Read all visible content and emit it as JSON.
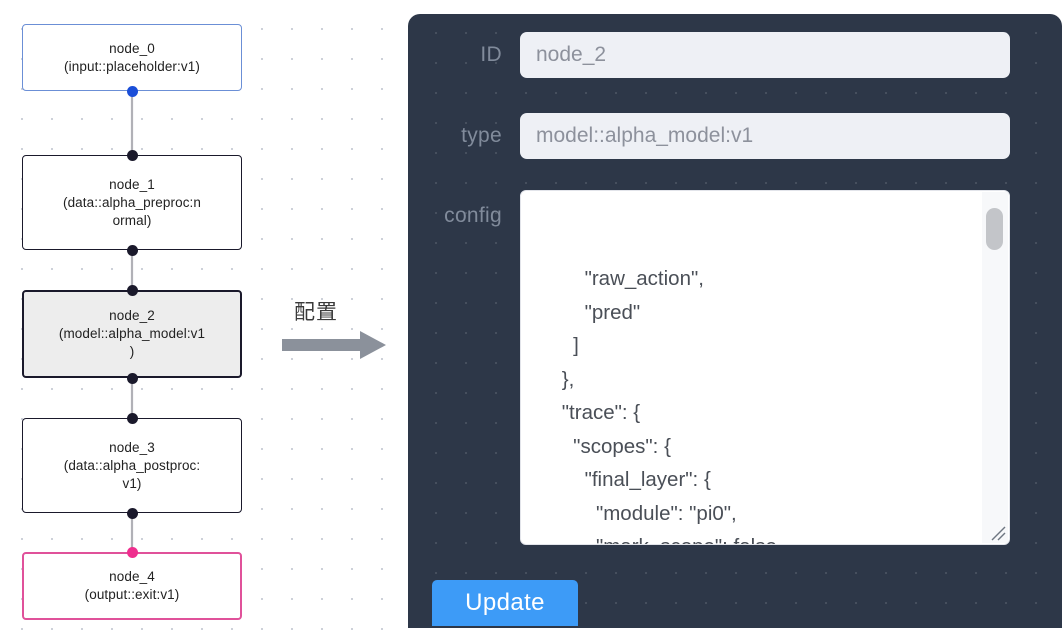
{
  "canvas": {
    "grid": "dot-grid",
    "nodes": [
      {
        "id": "node_0",
        "label": "node_0\n(input::placeholder:v1)",
        "state": "input",
        "accent": "#6b8fd6"
      },
      {
        "id": "node_1",
        "label": "node_1\n(data::alpha_preproc:n\normal)",
        "state": "default",
        "accent": "#1a192b"
      },
      {
        "id": "node_2",
        "label": "node_2\n(model::alpha_model:v1\n)",
        "state": "selected",
        "accent": "#1a192b"
      },
      {
        "id": "node_3",
        "label": "node_3\n(data::alpha_postproc:\nv1)",
        "state": "default",
        "accent": "#1a192b"
      },
      {
        "id": "node_4",
        "label": "node_4\n(output::exit:v1)",
        "state": "output",
        "accent": "#e0519a"
      }
    ],
    "edges": [
      {
        "from": "node_0",
        "to": "node_1"
      },
      {
        "from": "node_1",
        "to": "node_2"
      },
      {
        "from": "node_2",
        "to": "node_3"
      },
      {
        "from": "node_3",
        "to": "node_4"
      }
    ]
  },
  "arrow": {
    "label": "配置",
    "icon": "right-arrow-icon"
  },
  "panel": {
    "background": "#2d3748",
    "fields": {
      "id": {
        "label": "ID",
        "value": "node_2"
      },
      "type": {
        "label": "type",
        "value": "model::alpha_model:v1"
      },
      "config": {
        "label": "config",
        "value": "        \"raw_action\",\n        \"pred\"\n      ]\n    },\n    \"trace\": {\n      \"scopes\": {\n        \"final_layer\": {\n          \"module\": \"pi0\",\n          \"mark_scope\": false\n        },\n        \"action_model\": {",
        "scrollbar": "vertical-scrollbar",
        "resize_handle": "resize-grip-icon"
      }
    },
    "update_button": {
      "label": "Update",
      "color": "#3d9bf7"
    }
  }
}
